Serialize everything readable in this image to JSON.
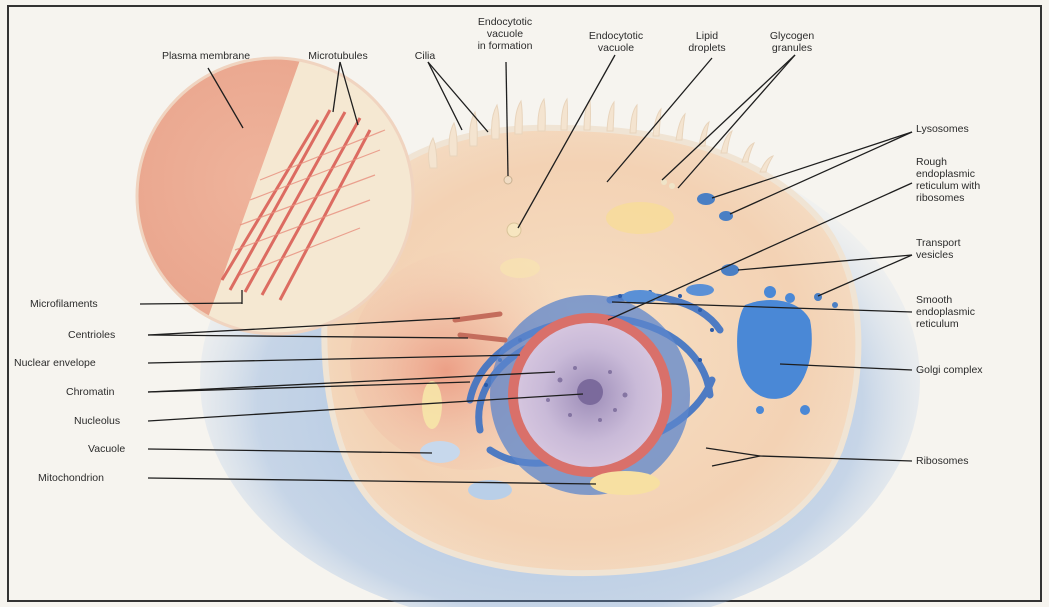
{
  "labels": {
    "plasma_membrane": "Plasma membrane",
    "microtubules": "Microtubules",
    "cilia": "Cilia",
    "endocytotic_vacuole_in_formation": "Endocytotic\nvacuole\nin formation",
    "endocytotic_vacuole": "Endocytotic\nvacuole",
    "lipid_droplets": "Lipid\ndroplets",
    "glycogen_granules": "Glycogen\ngranules",
    "lysosomes": "Lysosomes",
    "rough_er": "Rough\nendoplasmic\nreticulum with\nribosomes",
    "transport_vesicles": "Transport\nvesicles",
    "smooth_er": "Smooth\nendoplasmic\nreticulum",
    "golgi_complex": "Golgi complex",
    "ribosomes": "Ribosomes",
    "microfilaments": "Microfilaments",
    "centrioles": "Centrioles",
    "nuclear_envelope": "Nuclear envelope",
    "chromatin": "Chromatin",
    "nucleolus": "Nucleolus",
    "vacuole": "Vacuole",
    "mitochondrion": "Mitochondrion"
  },
  "colors": {
    "background": "#f6f4ef",
    "cytoplasm": "#f6dcc0",
    "halo_blue": "#5a8fd0",
    "nucleus_ring": "#d9706a",
    "nucleoplasm": "#c7b8d8",
    "er_blue": "#3d72c4",
    "magnifier": "#efb3a0",
    "leader": "#1e1e1e"
  }
}
